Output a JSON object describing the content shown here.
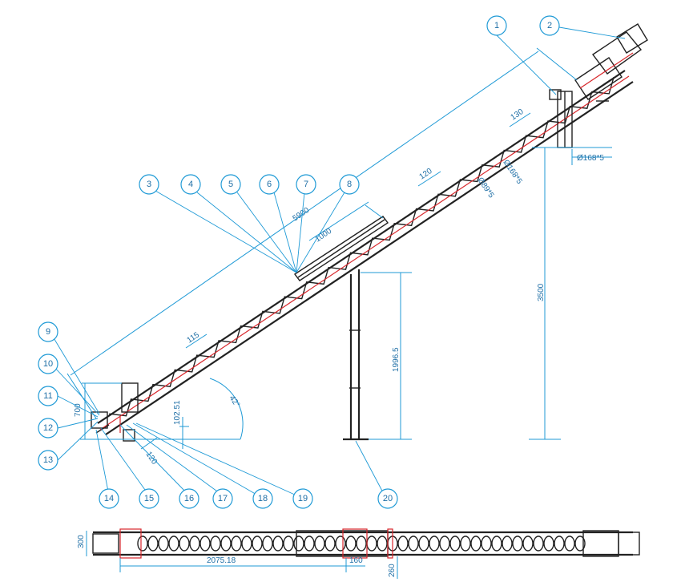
{
  "balloons": [
    "1",
    "2",
    "3",
    "4",
    "5",
    "6",
    "7",
    "8",
    "9",
    "10",
    "11",
    "12",
    "13",
    "14",
    "15",
    "16",
    "17",
    "18",
    "19",
    "20"
  ],
  "dimensions": {
    "overall_length": "5900",
    "feed_length": "1000",
    "pitch_upper": "130",
    "pitch_mid": "120",
    "pitch_lower": "115",
    "tube_outer": "Ø168*5",
    "tube_outer_b": "Ø168*5",
    "shaft": "Ø89*5",
    "height_total": "3500",
    "support_height": "1996.5",
    "inlet_height": "700",
    "inlet_offset": "102.51",
    "inlet_pitch": "120",
    "angle": "42°",
    "plan_width": "300",
    "plan_length": "2075.18",
    "plan_support": "160",
    "plan_offset": "260"
  },
  "colors": {
    "dimension": "#1f9ad6",
    "structure": "#222222",
    "screw": "#d8262b"
  }
}
